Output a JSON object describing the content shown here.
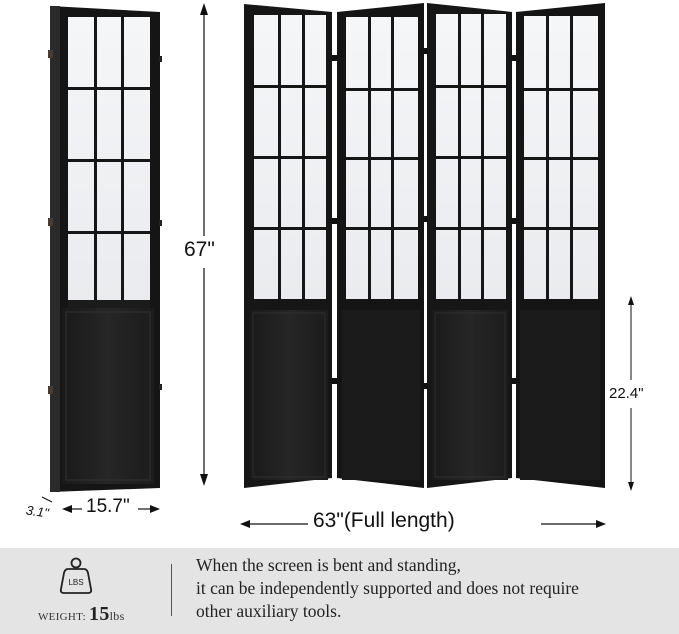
{
  "product": {
    "type": "4-panel folding room divider",
    "panel_count": 4,
    "finish_color": "#1f1f1f",
    "glass_color": "#f1f2f4"
  },
  "dimensions": {
    "height": "67\"",
    "lower_panel_height": "22.4\"",
    "panel_width": "15.7\"",
    "thickness": "3.1\"",
    "full_length": "63\"(Full length)"
  },
  "info": {
    "weight_icon_label": "LBS",
    "weight_label": "WEIGHT:",
    "weight_value": "15",
    "weight_unit": "lbs",
    "description_lines": [
      "When the screen is bent and standing,",
      "it can be independently supported and does not require",
      "other auxiliary tools."
    ],
    "background": "#e4e4e4"
  }
}
